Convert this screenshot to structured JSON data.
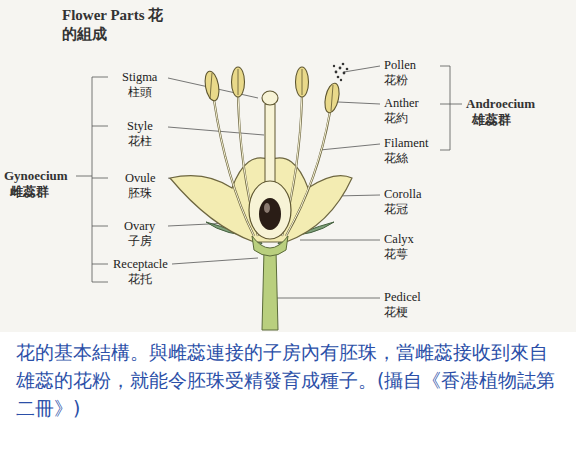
{
  "diagram": {
    "title": "Flower Parts 花的組成",
    "caption": "花的基本結構。與雌蕊連接的子房內有胚珠，當雌蕊接收到來自雄蕊的花粉，就能令胚珠受精發育成種子。(攝自《香港植物誌第二冊》)",
    "labels": [
      "Stigma",
      "柱頭",
      "Style",
      "花柱",
      "Ovule",
      "胚珠",
      "Ovary",
      "子房",
      "Receptacle",
      "花托",
      "Gynoecium",
      "雌蕊群",
      "Pollen",
      "花粉",
      "Anther",
      "花約",
      "Filament",
      "花絲",
      "Corolla",
      "花冠",
      "Calyx",
      "花萼",
      "Pedicel",
      "花梗",
      "Androecium",
      "雄蕊群"
    ]
  }
}
